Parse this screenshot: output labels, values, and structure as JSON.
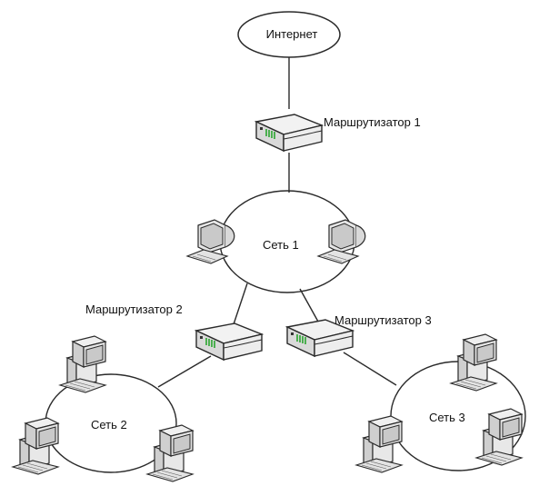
{
  "cloud": {
    "label": "Интернет"
  },
  "routers": [
    {
      "label": "Маршрутизатор 1"
    },
    {
      "label": "Маршрутизатор 2"
    },
    {
      "label": "Маршрутизатор 3"
    }
  ],
  "networks": [
    {
      "label": "Сеть 1"
    },
    {
      "label": "Сеть 2"
    },
    {
      "label": "Сеть 3"
    }
  ],
  "colors": {
    "line": "#2a2a2a",
    "device_body": "#e9e9e9",
    "device_dark": "#6b6b6b",
    "router_lights": "#4caf50",
    "screen": "#c9c9c9"
  }
}
